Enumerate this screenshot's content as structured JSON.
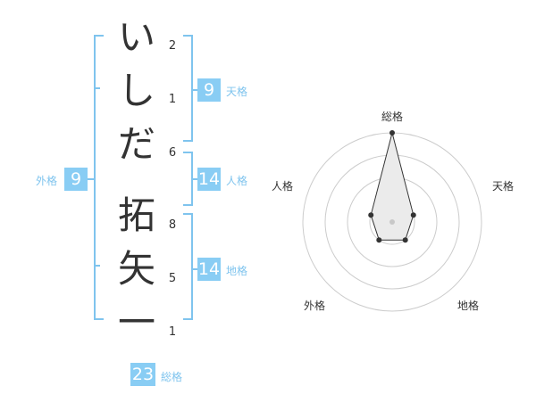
{
  "name_chars": [
    {
      "char": "い",
      "strokes": "2"
    },
    {
      "char": "し",
      "strokes": "1"
    },
    {
      "char": "だ",
      "strokes": "6"
    },
    {
      "char": "拓",
      "strokes": "8"
    },
    {
      "char": "矢",
      "strokes": "5"
    },
    {
      "char": "一",
      "strokes": "1"
    }
  ],
  "fortune": {
    "tenkaku": {
      "value": "9",
      "label": "天格"
    },
    "jinkaku": {
      "value": "14",
      "label": "人格"
    },
    "chikaku": {
      "value": "14",
      "label": "地格"
    },
    "gaikaku": {
      "value": "9",
      "label": "外格"
    },
    "soukaku": {
      "value": "23",
      "label": "総格"
    }
  },
  "radar": {
    "axes": [
      "総格",
      "天格",
      "地格",
      "外格",
      "人格"
    ],
    "levels": 4,
    "scores": [
      4,
      1,
      1,
      1,
      1
    ],
    "max": 4
  },
  "colors": {
    "accent": "#89cdf4",
    "bracket": "#7fc4ee",
    "text": "#333333"
  }
}
